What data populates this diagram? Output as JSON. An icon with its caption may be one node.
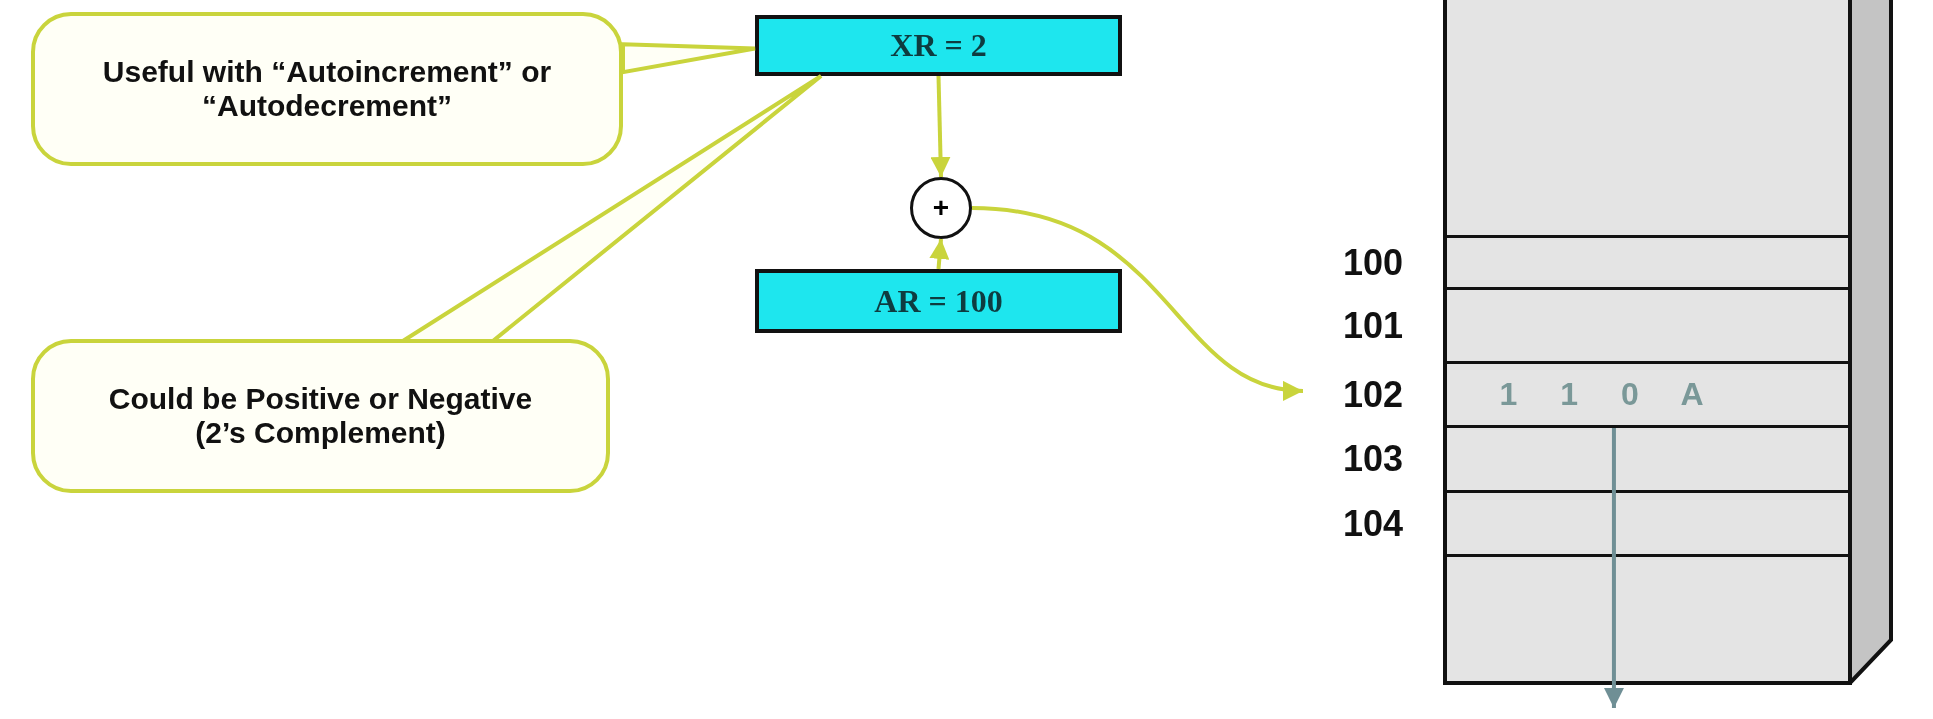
{
  "diagram": {
    "nodes": [
      {
        "text": [
          "Useful with “Autoincrement” or “Autodecrement”"
        ]
      },
      {
        "text": [
          "XR = 2"
        ]
      },
      {
        "text": [
          "+"
        ]
      },
      {
        "text": [
          "AR = 100"
        ]
      },
      {
        "text": [
          "Could be Positive or Negative (2’s Complement)"
        ]
      },
      {
        "text": [],
        "shape": "box"
      },
      {
        "text": [],
        "shape": "box",
        "in": 5,
        "beside": [
          "100"
        ]
      },
      {
        "text": [],
        "shape": "box",
        "in": 5,
        "beside": [
          "101"
        ]
      },
      {
        "text": [
          "1 1 0 A"
        ],
        "in": 5,
        "beside": [
          "102"
        ]
      },
      {
        "text": [],
        "shape": "box",
        "in": 5,
        "beside": [
          "103"
        ]
      },
      {
        "text": [],
        "shape": "box",
        "in": 5,
        "beside": [
          "104"
        ]
      }
    ],
    "edges": [
      {
        "from": 0,
        "to": 1,
        "arrow": "none"
      },
      {
        "from": 4,
        "to": 1,
        "arrow": "none"
      },
      {
        "from": 1,
        "to": 2,
        "arrow": "to"
      },
      {
        "from": 3,
        "to": 2,
        "arrow": "to"
      },
      {
        "from": 2,
        "to": 8,
        "arrow": "to"
      },
      {
        "from": 8,
        "to": null,
        "arrow": "to",
        "color": "#6f8f95"
      }
    ]
  }
}
